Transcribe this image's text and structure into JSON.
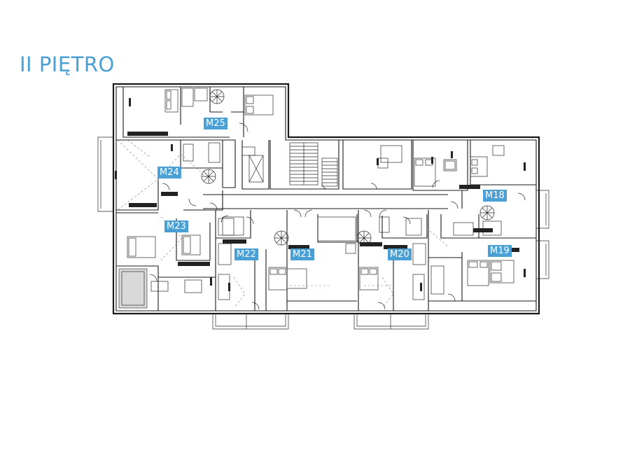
{
  "header": {
    "title": "II PIĘTRO",
    "title_color": "#4a9fd5"
  },
  "unit_label_color": "#4a9fd5",
  "units": [
    {
      "id": "M25",
      "label": "M25"
    },
    {
      "id": "M24",
      "label": "M24"
    },
    {
      "id": "M23",
      "label": "M23"
    },
    {
      "id": "M22",
      "label": "M22"
    },
    {
      "id": "M21",
      "label": "M21"
    },
    {
      "id": "M20",
      "label": "M20"
    },
    {
      "id": "M18",
      "label": "M18"
    },
    {
      "id": "M19",
      "label": "M19"
    }
  ]
}
